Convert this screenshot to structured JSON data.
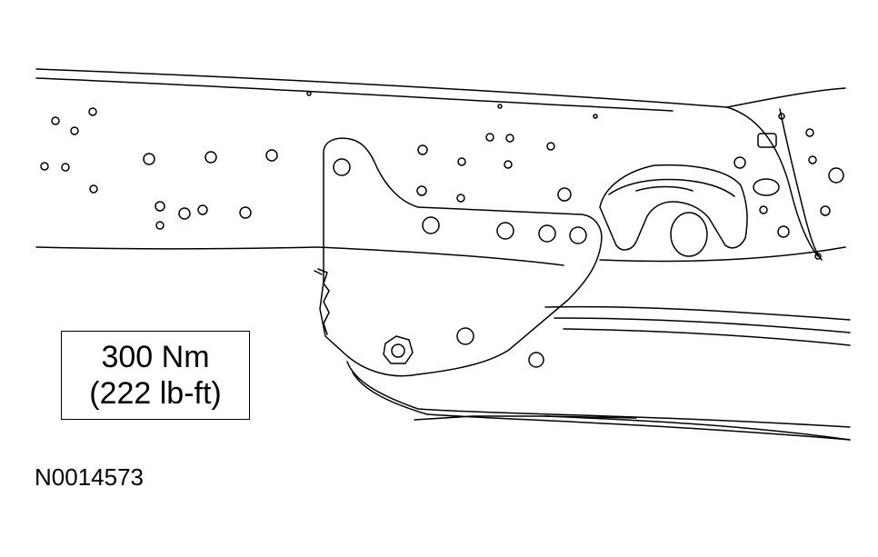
{
  "callout": {
    "torque_metric": "300 Nm",
    "torque_imperial": "(222 lb-ft)"
  },
  "figure": {
    "id": "N0014573"
  },
  "colors": {
    "ink": "#000000",
    "background": "#ffffff"
  }
}
